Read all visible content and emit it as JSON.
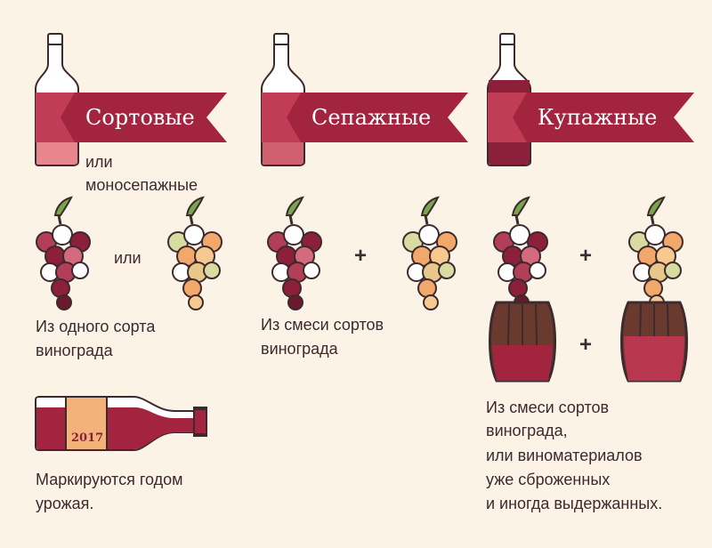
{
  "columns": [
    {
      "title": "Сортовые",
      "subtitle_line1": "или",
      "subtitle_line2": "моносепажные",
      "grape_operator": "или",
      "description_line1": "Из одного сорта",
      "description_line2": "винограда",
      "bottle_icon": "wine-bottle-pink-icon"
    },
    {
      "title": "Сепажные",
      "grape_operator": "+",
      "description_line1": "Из смеси сортов",
      "description_line2": "винограда",
      "bottle_icon": "wine-bottle-rose-icon"
    },
    {
      "title": "Купажные",
      "grape_operator": "+",
      "barrel_operator": "+",
      "description_lines": [
        "Из смеси сортов",
        "винограда,",
        "или виноматериалов",
        "уже сброженных",
        "и иногда выдержанных."
      ],
      "bottle_icon": "wine-bottle-dark-red-icon"
    }
  ],
  "vintage": {
    "year": "2017",
    "text_line1": "Маркируются годом",
    "text_line2": "урожая."
  },
  "colors": {
    "background": "#fbf3e6",
    "banner": "#a3243f",
    "outline": "#6b1a2e",
    "dark_grape": "#8c1f3a",
    "light_grape": "#f3a86b"
  }
}
